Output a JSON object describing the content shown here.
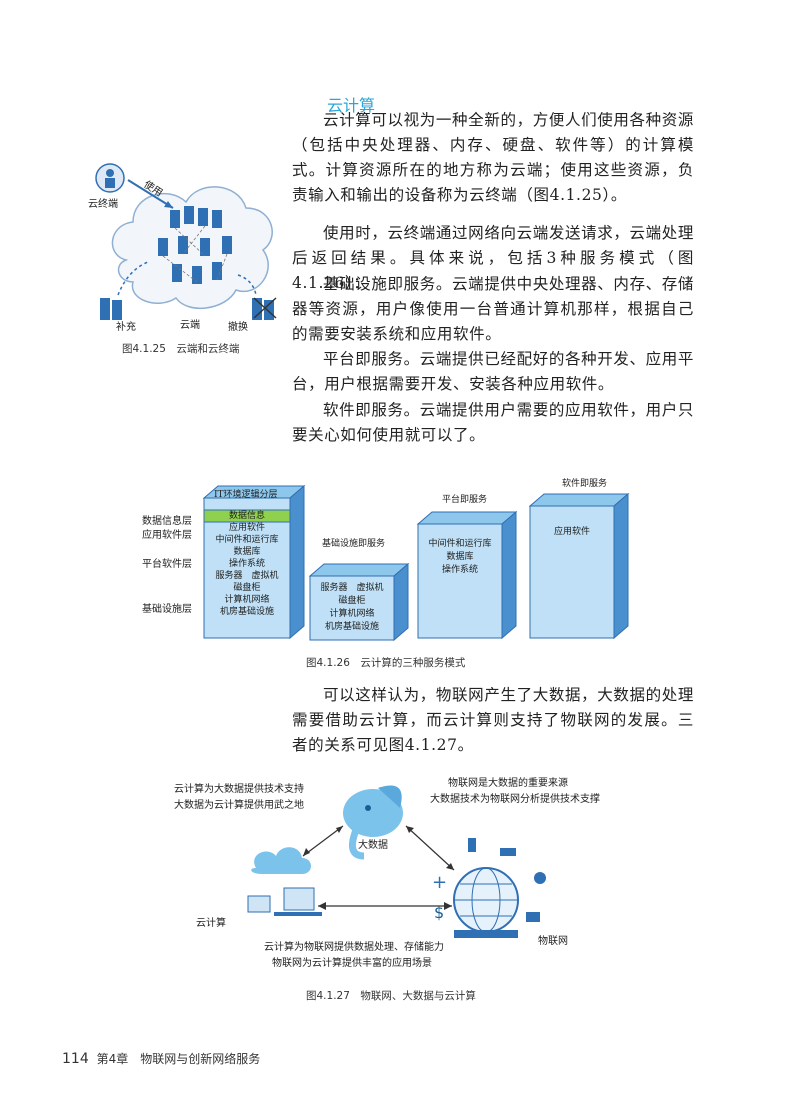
{
  "section": {
    "title": "云计算"
  },
  "paragraphs": [
    "云计算可以视为一种全新的，方便人们使用各种资源（包括中央处理器、内存、硬盘、软件等）的计算模式。计算资源所在的地方称为云端；使用这些资源，负责输入和输出的设备称为云终端（图4.1.25）。",
    "使用时，云终端通过网络向云端发送请求，云端处理后返回结果。具体来说，包括3种服务模式（图4.1.26）：",
    "基础设施即服务。云端提供中央处理器、内存、存储器等资源，用户像使用一台普通计算机那样，根据自己的需要安装系统和应用软件。",
    "平台即服务。云端提供已经配好的各种开发、应用平台，用户根据需要开发、安装各种应用软件。",
    "软件即服务。云端提供用户需要的应用软件，用户只要关心如何使用就可以了。"
  ],
  "paragraph_after": "可以这样认为，物联网产生了大数据，大数据的处理需要借助云计算，而云计算则支持了物联网的发展。三者的关系可见图4.1.27。",
  "fig25": {
    "caption": "图4.1.25　云端和云终端",
    "terminal": "云终端",
    "use": "使用",
    "supplement": "补充",
    "cloud": "云端",
    "replace": "撤换"
  },
  "fig26": {
    "caption": "图4.1.26　云计算的三种服务模式",
    "left_labels": [
      "数据信息层",
      "应用软件层",
      "平台软件层",
      "基础设施层"
    ],
    "full_title": "IT环境逻辑分层",
    "full_rows": [
      "数据信息",
      "应用软件",
      "中间件和运行库",
      "数据库",
      "操作系统"
    ],
    "full_split": [
      "服务器",
      "虚拟机"
    ],
    "full_bottom": [
      "磁盘柜",
      "计算机网络",
      "机房基础设施"
    ],
    "iaas_title": "基础设施即服务",
    "iaas_split": [
      "服务器",
      "虚拟机"
    ],
    "iaas_rows": [
      "磁盘柜",
      "计算机网络",
      "机房基础设施"
    ],
    "paas_title": "平台即服务",
    "paas_rows": [
      "中间件和运行库",
      "数据库",
      "操作系统"
    ],
    "saas_title": "软件即服务",
    "saas_rows": [
      "应用软件"
    ]
  },
  "fig27": {
    "caption": "图4.1.27　物联网、大数据与云计算",
    "big_data": "大数据",
    "cloud_computing": "云计算",
    "iot": "物联网",
    "note_top_left": [
      "云计算为大数据提供技术支持",
      "大数据为云计算提供用武之地"
    ],
    "note_top_right": [
      "物联网是大数据的重要来源",
      "大数据技术为物联网分析提供技术支撑"
    ],
    "note_bottom": [
      "云计算为物联网提供数据处理、存储能力",
      "物联网为云计算提供丰富的应用场景"
    ]
  },
  "footer": {
    "page": "114",
    "chapter": "第4章　物联网与创新网络服务"
  },
  "colors": {
    "accent": "#2aa7d8",
    "rack": "#2f6fb3",
    "cube": "#5aa8dc",
    "highlight": "#8fd14f"
  }
}
